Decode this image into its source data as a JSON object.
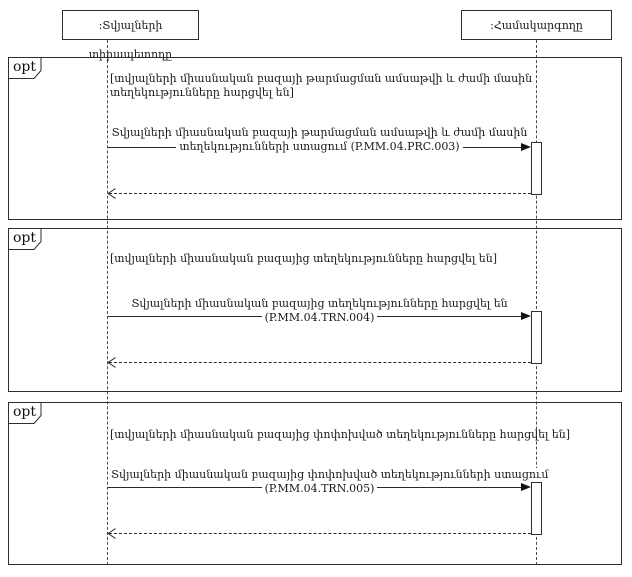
{
  "diagram_type": "uml-sequence-diagram",
  "actors": {
    "left": {
      "label": ":Տվյալների տիրապետողը"
    },
    "right": {
      "label": ":Համակարգողը"
    }
  },
  "fragments": [
    {
      "operator": "opt",
      "guard": [
        "[տվյալների միասնական բազայի թարմացման ամսաթվի և ժամի մասին",
        "տեղեկությունները հարցվել են]"
      ],
      "message": [
        "Տվյալների միասնական բազայի թարմացման ամսաթվի և ժամի մասին",
        "տեղեկությունների ստացում (P.MM.04.PRC.003)"
      ]
    },
    {
      "operator": "opt",
      "guard": [
        "[տվյալների միասնական բազայից տեղեկությունները հարցվել են]"
      ],
      "message": [
        "Տվյալների միասնական բազայից տեղեկությունները հարցվել են",
        "(P.MM.04.TRN.004)"
      ]
    },
    {
      "operator": "opt",
      "guard": [
        "[տվյալների միասնական բազայից փոփոխված տեղեկությունները հարցվել են]"
      ],
      "message": [
        "Տվյալների միասնական բազայից փոփոխված տեղեկությունների ստացում",
        "(P.MM.04.TRN.005)"
      ]
    }
  ],
  "colors": {
    "line": "#2e2e2e",
    "background": "#ffffff"
  }
}
